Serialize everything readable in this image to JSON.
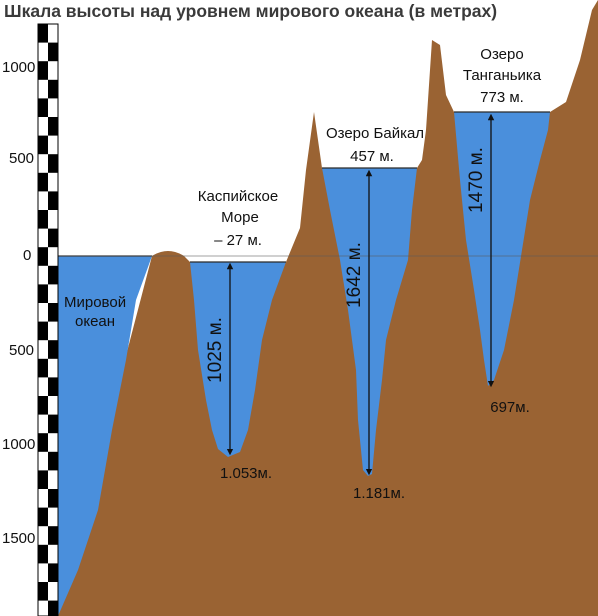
{
  "title": "Шкала высоты над уровнем мирового океана (в метрах)",
  "scale": {
    "ticks_top": [
      "1000",
      "500",
      "0"
    ],
    "ticks_bottom": [
      "500",
      "1000",
      "1500"
    ]
  },
  "ocean": {
    "label_line1": "Мировой",
    "label_line2": "океан"
  },
  "caspian": {
    "name_line1": "Каспийское",
    "name_line2": "Море",
    "surface": "– 27 м.",
    "depth": "1025 м.",
    "bottom": "1.053м."
  },
  "baikal": {
    "name": "Озеро Байкал",
    "surface": "457 м.",
    "depth": "1642 м.",
    "bottom": "1.181м."
  },
  "tanganyika": {
    "name_line1": "Озеро",
    "name_line2": "Танганьика",
    "surface": "773 м.",
    "depth": "1470 м.",
    "bottom": "697м."
  },
  "colors": {
    "land": "#9a6333",
    "water": "#4a8fdc",
    "scale_dark": "#000000",
    "scale_light": "#ffffff",
    "sea_level_line": "#5a5a5a"
  }
}
